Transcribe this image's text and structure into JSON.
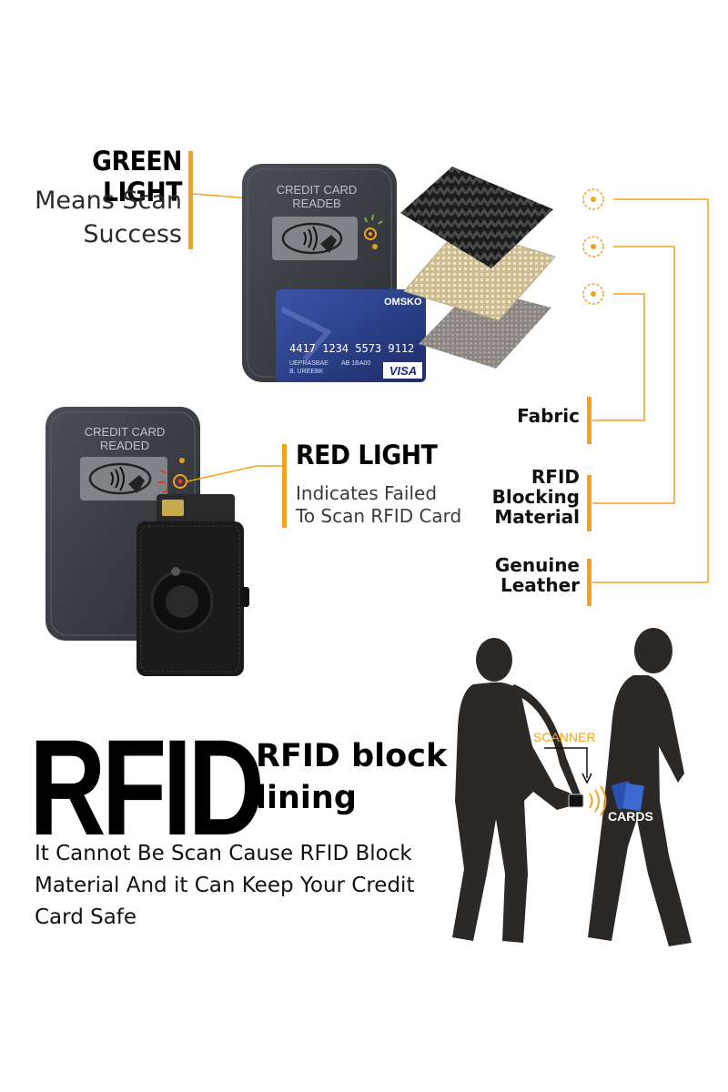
{
  "green_light": {
    "title": "GREEN LIGHT",
    "line1": "Means Scan",
    "line2": "Success"
  },
  "red_light": {
    "title": "RED LIGHT",
    "line1": "Indicates Failed",
    "line2": "To Scan RFID Card"
  },
  "reader_top": {
    "line1": "CREDIT CARD",
    "line2": "READEB"
  },
  "reader_bottom": {
    "line1": "CREDIT CARD",
    "line2": "READED"
  },
  "credit_card": {
    "brand": "OMSKO",
    "number": "4417 1234 5573 9112",
    "holder_line1": "UEPRASBAE",
    "holder_line2": "B. UREEBK",
    "expiry": "AB 1BA00",
    "network": "VISA"
  },
  "layers": {
    "fabric": "Fabric",
    "rfid_line1": "RFID",
    "rfid_line2": "Blocking",
    "rfid_line3": "Material",
    "leather_line1": "Genuine",
    "leather_line2": "Leather"
  },
  "rfid_section": {
    "big": "RFID",
    "sub_line1": "RFID block",
    "sub_line2": "lining",
    "desc_line1": "It Cannot Be Scan Cause RFID Block",
    "desc_line2": "Material And it Can Keep Your Credit",
    "desc_line3": "Card Safe"
  },
  "scene": {
    "scanner_label": "SCANNER",
    "cards_label": "CARDS"
  },
  "colors": {
    "accent": "#f4a11b",
    "device": "#3a3d42",
    "card_blue": "#2c3f86"
  }
}
